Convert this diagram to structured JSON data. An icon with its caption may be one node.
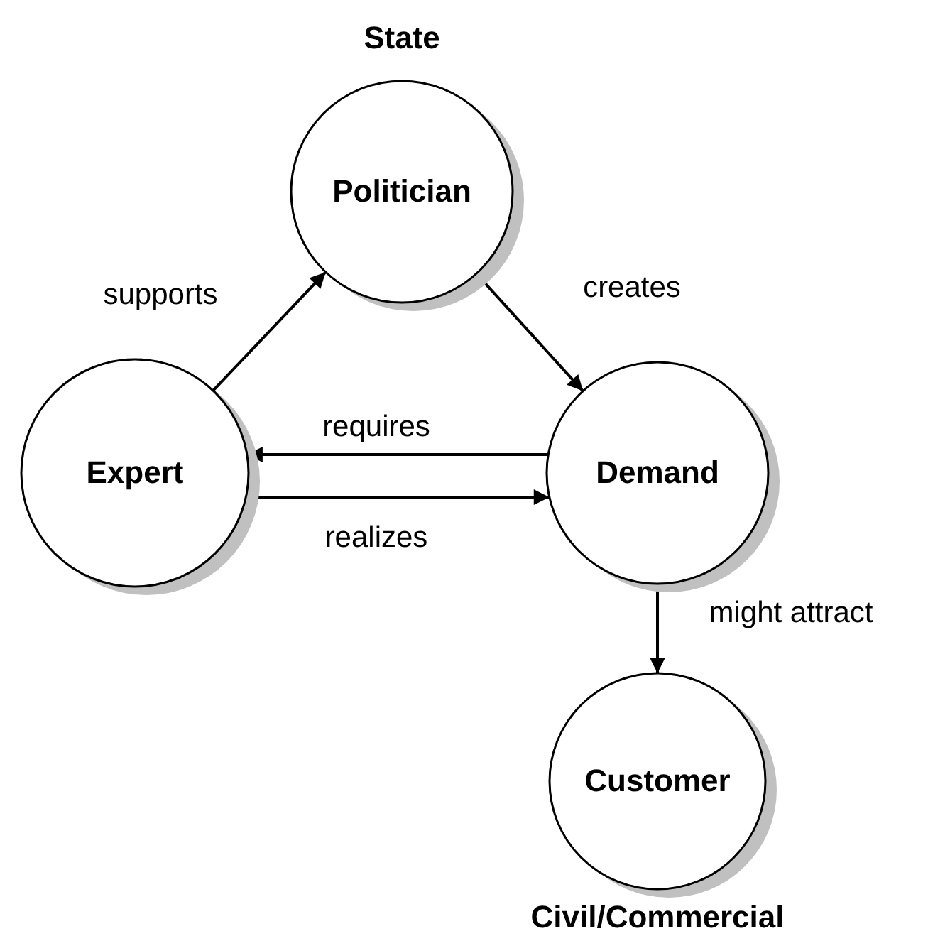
{
  "diagram": {
    "nodes": [
      {
        "text": [
          "State",
          "Politician"
        ]
      },
      {
        "text": [
          "Expert"
        ]
      },
      {
        "text": [
          "Demand"
        ]
      },
      {
        "text": [
          "Customer",
          "Civil/Commercial"
        ]
      }
    ],
    "edges": [
      {
        "from": 1,
        "to": 0,
        "arrow": "to",
        "label": "supports"
      },
      {
        "from": 0,
        "to": 2,
        "arrow": "to",
        "label": "creates"
      },
      {
        "from": 2,
        "to": 1,
        "arrow": "to",
        "label": "requires"
      },
      {
        "from": 1,
        "to": 2,
        "arrow": "to",
        "label": "realizes"
      },
      {
        "from": 2,
        "to": 3,
        "arrow": "to",
        "label": "might attract"
      }
    ]
  }
}
